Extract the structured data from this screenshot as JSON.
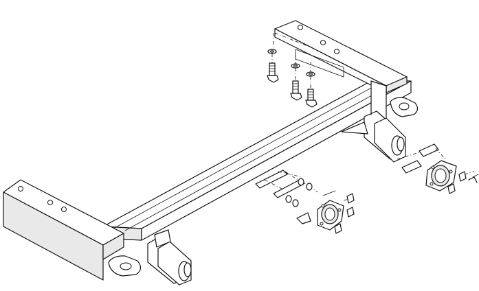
{
  "diagram": {
    "type": "exploded-assembly-line-drawing",
    "background": "#ffffff",
    "ink": "#111111"
  },
  "parts": {
    "mounting_bolt_count": 3,
    "safety_cable_mount_count": 2
  }
}
